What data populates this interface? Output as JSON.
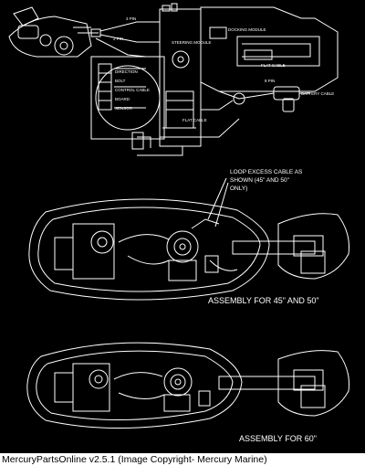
{
  "diagram": {
    "top_labels": {
      "pin3": "3 PIN",
      "pin2": "2 PIN",
      "steering_module": "STEERING MODULE",
      "docking_module": "DOCKING MODULE",
      "tabs": [
        "DIRECTION",
        "BOLT",
        "CONTROL CABLE",
        "BOARD",
        "SENSOR"
      ],
      "flat_cable": "FLAT CABLE",
      "pin8": "8 PIN",
      "battery_cable": "BATTERY CABLE",
      "flat_cable_2": "FLAT CABLE"
    },
    "loop_note": [
      "LOOP EXCESS CABLE AS",
      "SHOWN (45\" AND 50\"",
      "ONLY)"
    ],
    "assembly_45_50": "ASSEMBLY FOR 45\" AND 50\"",
    "assembly_60": "ASSEMBLY FOR 60\""
  },
  "footer": {
    "text": "MercuryPartsOnline v2.5.1 (Image Copyright- Mercury Marine)"
  },
  "colors": {
    "background": "#000000",
    "line": "#ffffff",
    "footer_bg": "#ffffff",
    "footer_text": "#000000"
  }
}
